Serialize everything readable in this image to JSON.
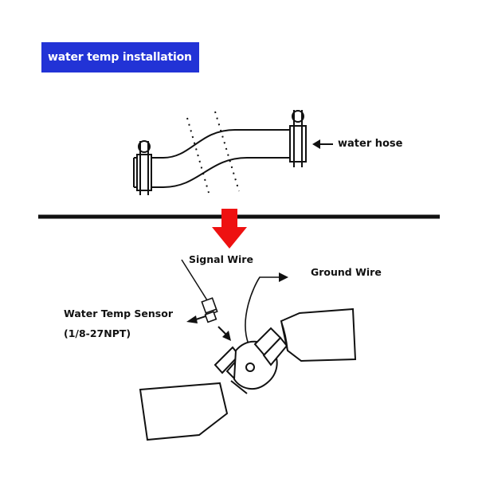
{
  "title": "water temp installation",
  "labels": {
    "water_hose": "water hose",
    "signal_wire": "Signal Wire",
    "ground_wire": "Ground Wire",
    "sensor_name": "Water Temp Sensor",
    "sensor_thread": "(1/8-27NPT)"
  },
  "colors": {
    "title_bg": "#2233d6",
    "title_text": "#ffffff",
    "arrow": "#ee1111",
    "line": "#111111"
  }
}
